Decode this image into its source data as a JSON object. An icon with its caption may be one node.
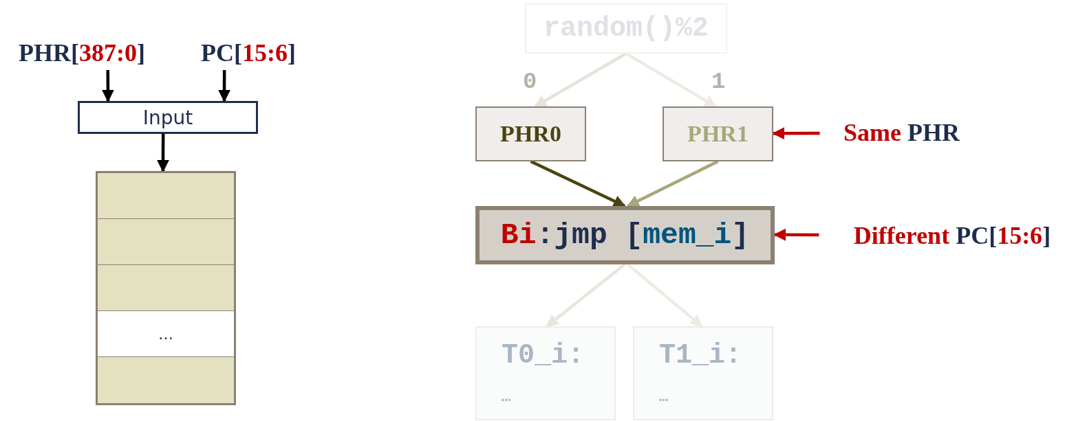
{
  "diagram": {
    "nodes": [
      {
        "text": [
          "PHR[387:0]"
        ]
      },
      {
        "text": [
          "PC[15:6]"
        ]
      },
      {
        "text": [
          "Input"
        ]
      },
      {
        "text": [],
        "shape": "box"
      },
      {
        "text": [],
        "shape": "box",
        "in": 3
      },
      {
        "text": [],
        "shape": "box",
        "in": 3
      },
      {
        "text": [],
        "shape": "box",
        "in": 3
      },
      {
        "text": [
          "…"
        ],
        "in": 3
      },
      {
        "text": [],
        "shape": "box",
        "in": 3
      },
      {
        "text": [
          "random()%2"
        ]
      },
      {
        "text": [
          "PHR0"
        ]
      },
      {
        "text": [
          "PHR1"
        ]
      },
      {
        "text": [
          "Bi:jmp [mem_i]"
        ]
      },
      {
        "text": [
          "T0_i:",
          "…"
        ]
      },
      {
        "text": [
          "T1_i:",
          "…"
        ]
      },
      {
        "text": [
          "Same PHR"
        ]
      },
      {
        "text": [
          "Different PC[15:6]"
        ]
      }
    ],
    "edges": [
      {
        "from": 0,
        "to": 2,
        "arrow": "to"
      },
      {
        "from": 1,
        "to": 2,
        "arrow": "to"
      },
      {
        "from": 2,
        "to": 3,
        "arrow": "to"
      },
      {
        "from": 9,
        "to": 10,
        "arrow": "to",
        "label": "0",
        "color": "#e4e4da"
      },
      {
        "from": 9,
        "to": 11,
        "arrow": "to",
        "label": "1",
        "color": "#ececE4"
      },
      {
        "from": 10,
        "to": 12,
        "arrow": "to",
        "color": "#4a4510"
      },
      {
        "from": 11,
        "to": 12,
        "arrow": "to",
        "color": "#a8a878"
      },
      {
        "from": 12,
        "to": 13,
        "arrow": "to",
        "color": "#e6e6dc"
      },
      {
        "from": 12,
        "to": 14,
        "arrow": "to",
        "color": "#ececE4"
      },
      {
        "from": 15,
        "to": 11,
        "arrow": "to",
        "color": "#c00000"
      },
      {
        "from": 16,
        "to": 12,
        "arrow": "to",
        "color": "#c00000"
      }
    ]
  }
}
